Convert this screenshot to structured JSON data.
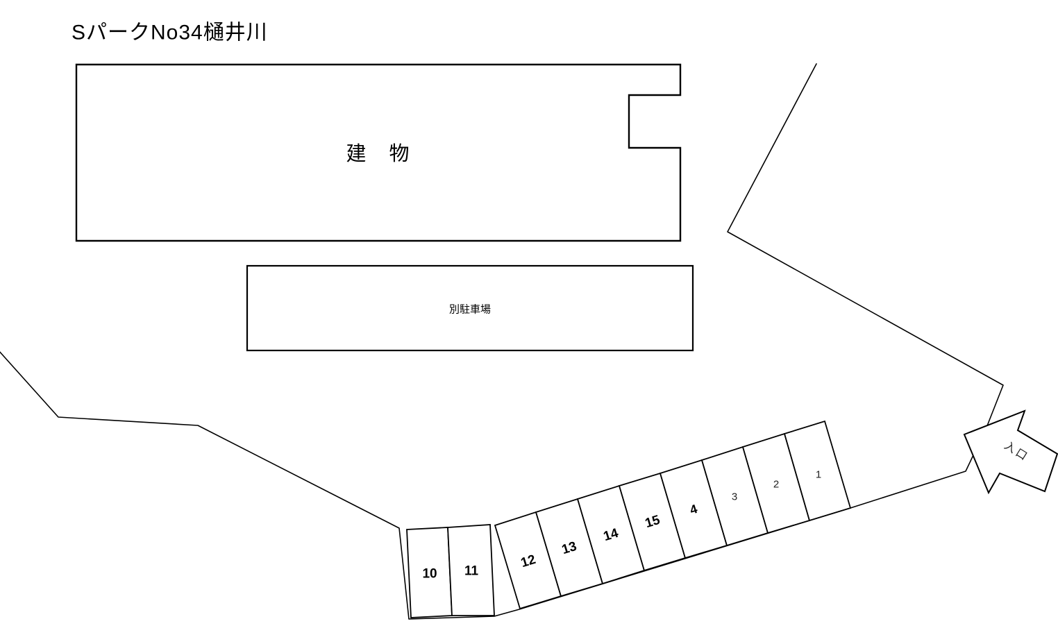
{
  "page": {
    "background_color": "#ffffff",
    "line_color": "#000000"
  },
  "title": "SパークNo34樋井川",
  "map": {
    "building_label": "建　物",
    "annex_label": "別駐車場",
    "entrance_label": "入口"
  },
  "spaces": {
    "s1": {
      "label": "1"
    },
    "s2": {
      "label": "2"
    },
    "s3": {
      "label": "3"
    },
    "s4": {
      "label": "4"
    },
    "s10": {
      "label": "10"
    },
    "s11": {
      "label": "11"
    },
    "s12": {
      "label": "12"
    },
    "s13": {
      "label": "13"
    },
    "s14": {
      "label": "14"
    },
    "s15": {
      "label": "15"
    }
  }
}
